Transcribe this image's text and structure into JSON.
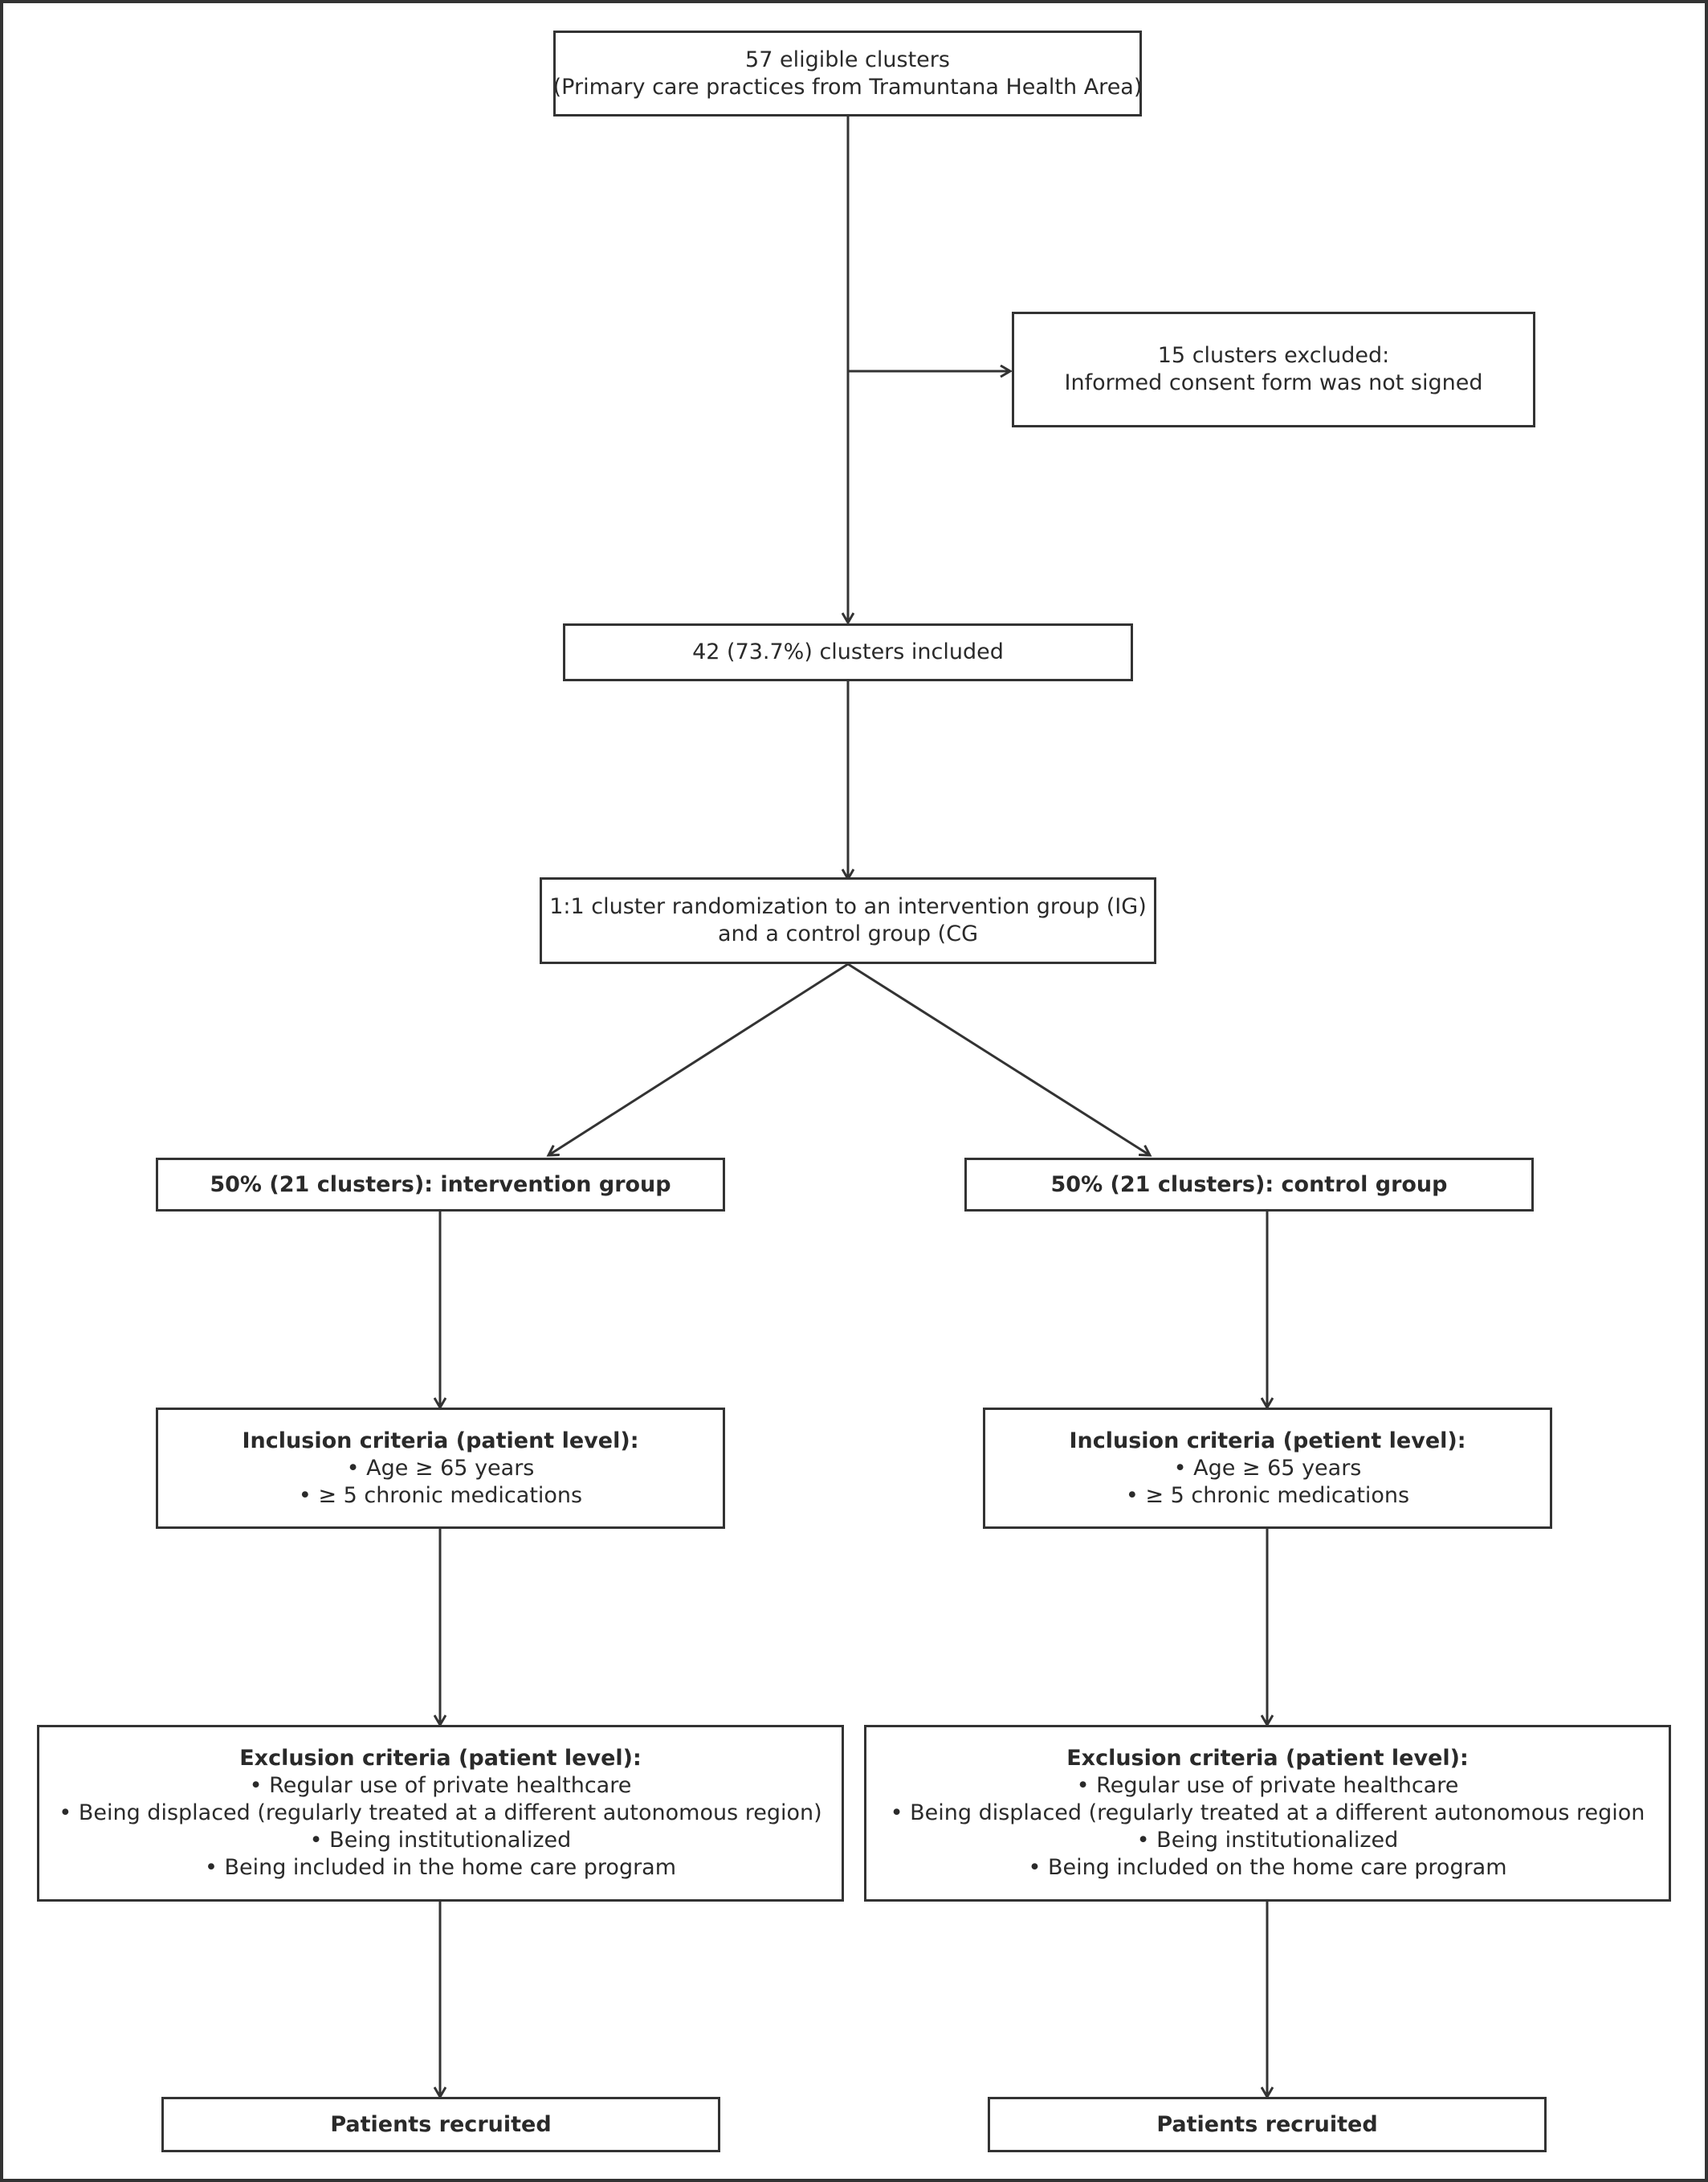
{
  "diagram": {
    "nodes": {
      "eligible": {
        "lines": [
          "57 eligible clusters",
          "(Primary care practices from Tramuntana Health Area)"
        ]
      },
      "excluded": {
        "lines": [
          "15 clusters excluded:",
          "Informed consent form was not signed"
        ]
      },
      "included": {
        "lines": [
          "42 (73.7%) clusters included"
        ]
      },
      "randomization": {
        "lines": [
          "1:1 cluster randomization to an intervention group (IG)",
          "and a control group (CG"
        ]
      },
      "intervention_group": {
        "title": "50% (21 clusters): intervention group"
      },
      "control_group": {
        "title": "50% (21 clusters): control group"
      },
      "ig_inclusion": {
        "title": "Inclusion criteria (patient level):",
        "items": [
          "• Age ≥ 65 years",
          "• ≥ 5 chronic medications"
        ]
      },
      "cg_inclusion": {
        "title": "Inclusion criteria (petient level):",
        "items": [
          "• Age ≥ 65 years",
          "• ≥ 5 chronic medications"
        ]
      },
      "ig_exclusion": {
        "title": "Exclusion criteria (patient level):",
        "items": [
          "• Regular use of private healthcare",
          "• Being displaced (regularly treated at a different autonomous region)",
          "• Being institutionalized",
          "• Being included in the home care program"
        ]
      },
      "cg_exclusion": {
        "title": "Exclusion criteria (patient level):",
        "items": [
          "• Regular use of private healthcare",
          "• Being displaced (regularly treated at a different autonomous region",
          "• Being institutionalized",
          "• Being included on the home care program"
        ]
      },
      "ig_recruited": {
        "title": "Patients recruited"
      },
      "cg_recruited": {
        "title": "Patients recruited"
      }
    },
    "colors": {
      "stroke": "#333333",
      "text": "#2a2a2a",
      "background": "#ffffff"
    }
  }
}
